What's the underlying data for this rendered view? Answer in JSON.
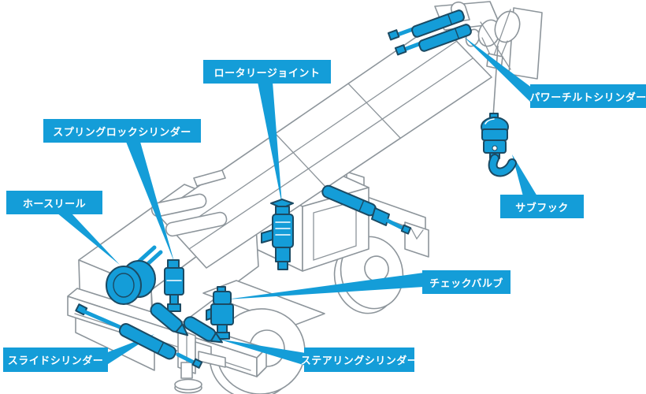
{
  "labels": [
    {
      "id": "rotary-joint",
      "text": "ロータリージョイント"
    },
    {
      "id": "spring-lock-cylinder",
      "text": "スプリングロックシリンダー"
    },
    {
      "id": "hose-reel",
      "text": "ホースリール"
    },
    {
      "id": "power-tilt-cylinder",
      "text": "パワーチルトシリンダー"
    },
    {
      "id": "sub-hook",
      "text": "サブフック"
    },
    {
      "id": "check-valve",
      "text": "チェックバルブ"
    },
    {
      "id": "slide-cylinder",
      "text": "スライドシリンダー"
    },
    {
      "id": "steering-cylinder",
      "text": "ステアリングシリンダー"
    }
  ],
  "colors": {
    "accent_blue": "#149dd8",
    "part_outline": "#1b4a63",
    "drawing_line": "#8d959b",
    "background": "#ffffff",
    "label_text": "#ffffff"
  }
}
